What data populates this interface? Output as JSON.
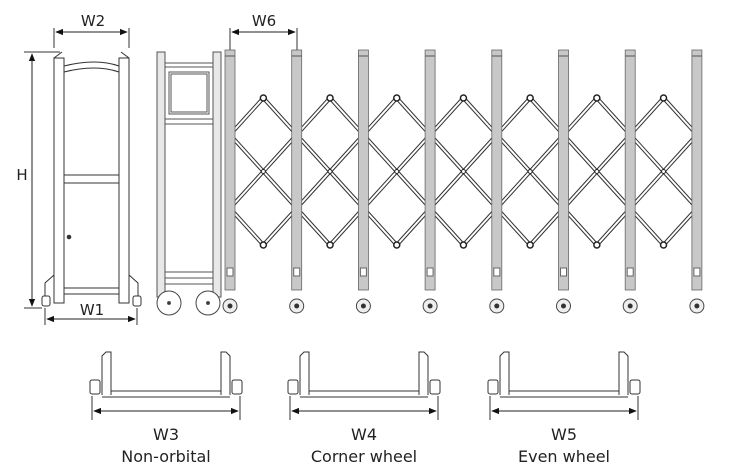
{
  "labels": {
    "w1": "W1",
    "w2": "W2",
    "w6": "W6",
    "h": "H",
    "w3": "W3",
    "w4": "W4",
    "w5": "W5"
  },
  "bottom_views": [
    {
      "dimension": "W3",
      "caption": "Non-orbital"
    },
    {
      "dimension": "W4",
      "caption": "Corner wheel"
    },
    {
      "dimension": "W5",
      "caption": "Even wheel"
    }
  ],
  "gate": {
    "pole_count": 8,
    "scissor_sections": 7
  },
  "colors": {
    "line": "#333333",
    "pole_fill": "#c8c8c8",
    "background": "#ffffff"
  }
}
